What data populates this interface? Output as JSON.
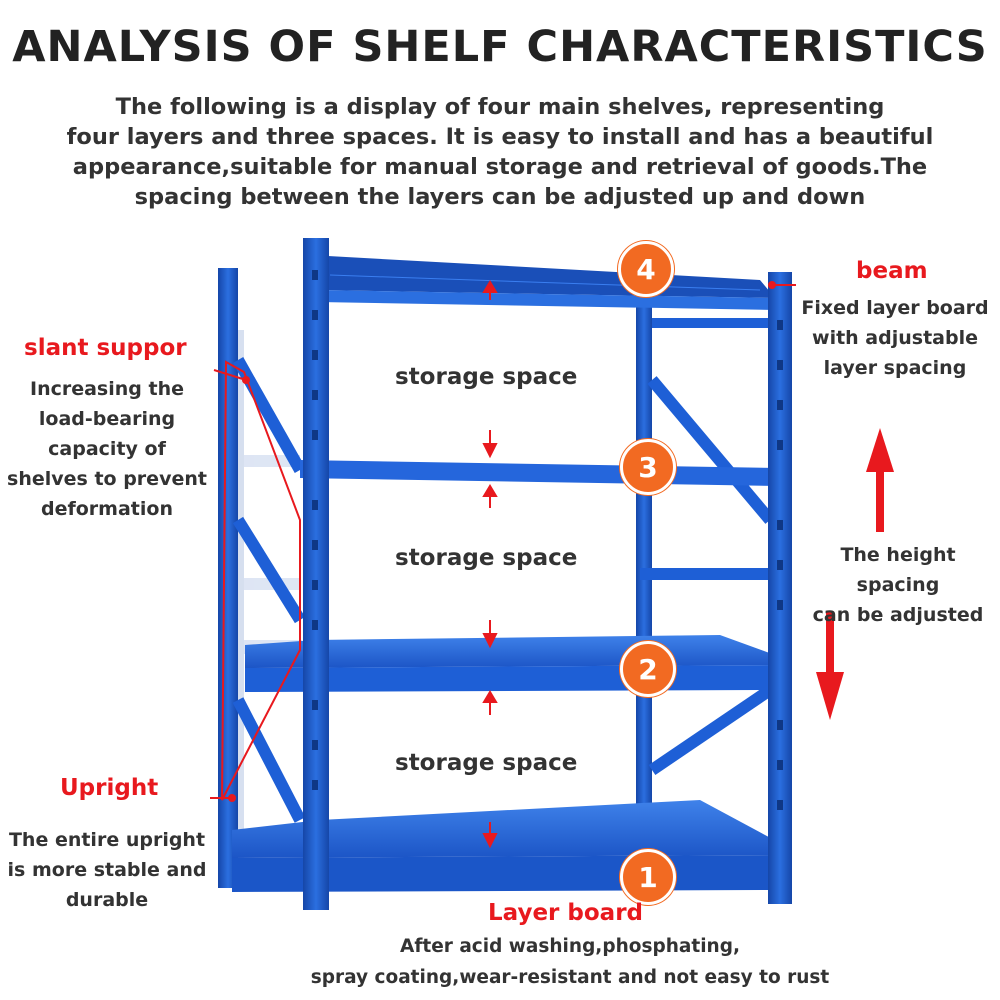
{
  "title": "ANALYSIS OF SHELF CHARACTERISTICS",
  "intro_lines": [
    "The following is a display of four main shelves, representing",
    "four layers and three spaces. It is easy to install and has a beautiful",
    "appearance,suitable for manual storage and retrieval of goods.The",
    "spacing between the layers can be adjusted up and down"
  ],
  "labels": {
    "beam": {
      "title": "beam",
      "lines": [
        "Fixed layer board",
        "with adjustable",
        "layer spacing"
      ]
    },
    "slant": {
      "title": "slant suppor",
      "lines": [
        "Increasing the",
        "load-bearing",
        "capacity of",
        "shelves to prevent",
        "deformation"
      ]
    },
    "upright": {
      "title": "Upright",
      "lines": [
        "The entire upright",
        "is more stable and",
        "durable"
      ]
    },
    "height": {
      "lines": [
        "The height spacing",
        "can be adjusted"
      ]
    },
    "layer_board": {
      "title": "Layer board",
      "lines": [
        "After acid washing,phosphating,",
        "spray coating,wear-resistant and not easy to rust"
      ]
    }
  },
  "storage_spaces": [
    "storage space",
    "storage space",
    "storage space"
  ],
  "layers": [
    "4",
    "3",
    "2",
    "1"
  ],
  "colors": {
    "accent_red": "#e8191e",
    "badge_orange": "#f26a22",
    "shelf_blue": "#1e5fd6",
    "shelf_blue_dark": "#1546a8"
  }
}
